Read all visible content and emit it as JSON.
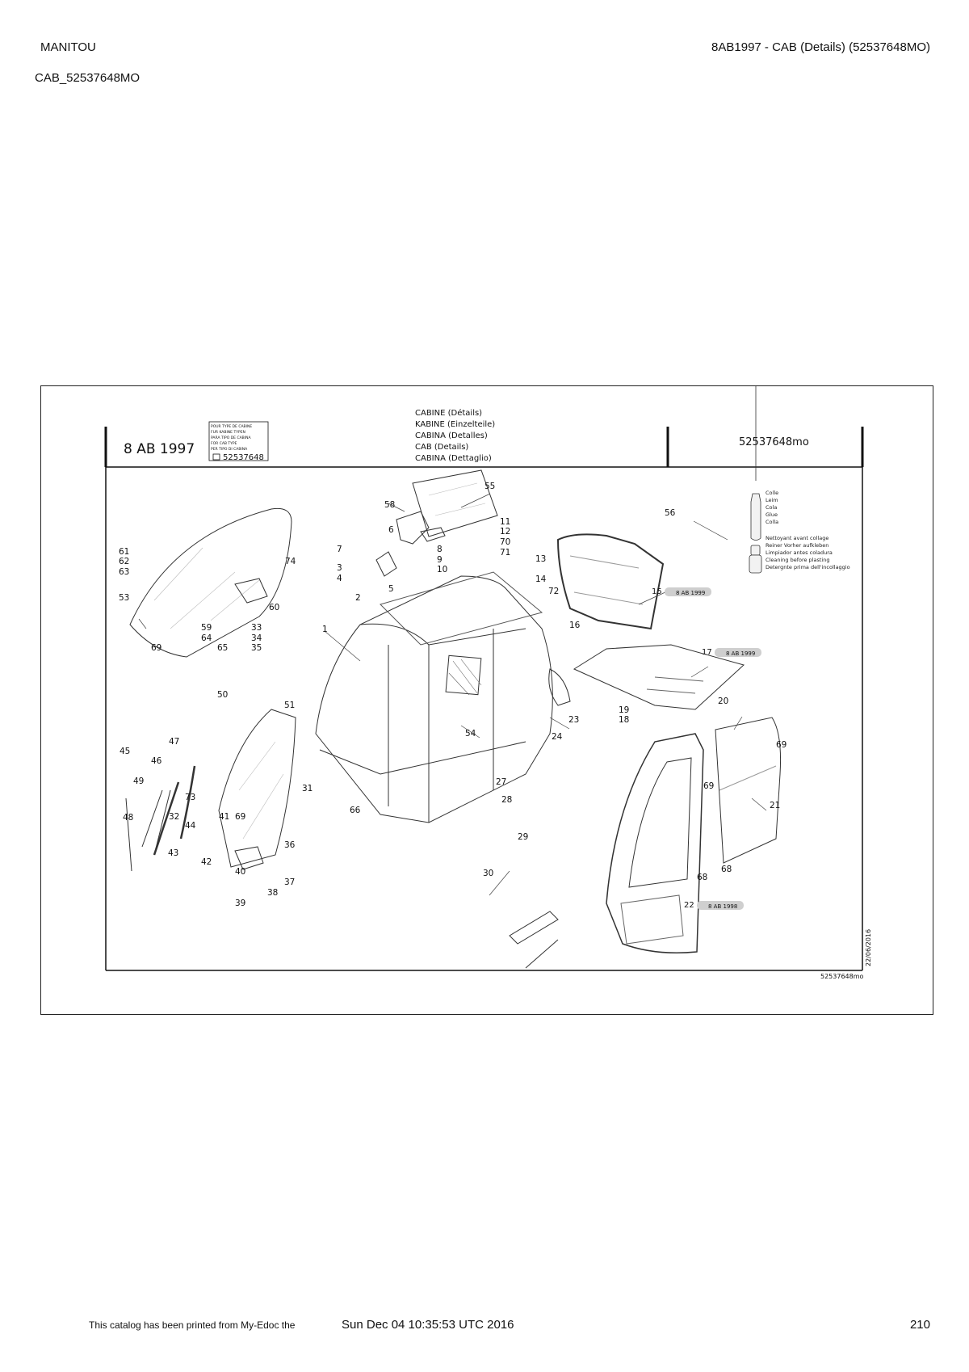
{
  "header": {
    "brand": "MANITOU",
    "title": "8AB1997 - CAB (Details) (52537648MO)",
    "code": "CAB_52537648MO"
  },
  "sheet": {
    "group_code": "8 AB 1997",
    "type_label_lines": [
      "POUR TYPE DE CABINE",
      "FUR KABINE TYPEN",
      "PARA TIPO DE CABINA",
      "FOR CAB TYPE",
      "PER TIPO DI CABINA"
    ],
    "type_value": "52537648",
    "titles": [
      "CABINE (Détails)",
      "KABINE (Einzelteile)",
      "CABINA (Detalles)",
      "CAB (Details)",
      "CABINA (Dettaglio)"
    ],
    "reference": "52537648mo",
    "footer_reference": "52537648mo",
    "date": "22/06/2016"
  },
  "diagram": {
    "glue_labels": [
      "Colle",
      "Leim",
      "Cola",
      "Glue",
      "Colla"
    ],
    "cleaner_labels": [
      "Nettoyant avant collage",
      "Reiner Vorher aufkleben",
      "Limpiador antes coladura",
      "Cleaning before plasting",
      "Detergnte prima dell'incollaggio"
    ],
    "refs": [
      {
        "label": "15",
        "ref": "8 AB 1999"
      },
      {
        "label": "17",
        "ref": "8 AB 1999"
      },
      {
        "label": "22",
        "ref": "8 AB 1998"
      }
    ],
    "callouts": [
      "1",
      "2",
      "3",
      "4",
      "5",
      "6",
      "7",
      "8",
      "9",
      "10",
      "11",
      "12",
      "13",
      "14",
      "16",
      "18",
      "19",
      "20",
      "21",
      "23",
      "24",
      "27",
      "28",
      "29",
      "30",
      "31",
      "32",
      "33",
      "34",
      "35",
      "36",
      "37",
      "38",
      "39",
      "40",
      "41",
      "42",
      "43",
      "44",
      "45",
      "46",
      "47",
      "48",
      "49",
      "50",
      "51",
      "53",
      "54",
      "55",
      "56",
      "58",
      "59",
      "60",
      "61",
      "62",
      "63",
      "64",
      "65",
      "66",
      "68",
      "69",
      "70",
      "71",
      "72",
      "73",
      "74"
    ]
  },
  "footer": {
    "note": "This catalog has been printed from My-Edoc the",
    "date": "Sun Dec 04 10:35:53 UTC 2016",
    "page": "210"
  }
}
